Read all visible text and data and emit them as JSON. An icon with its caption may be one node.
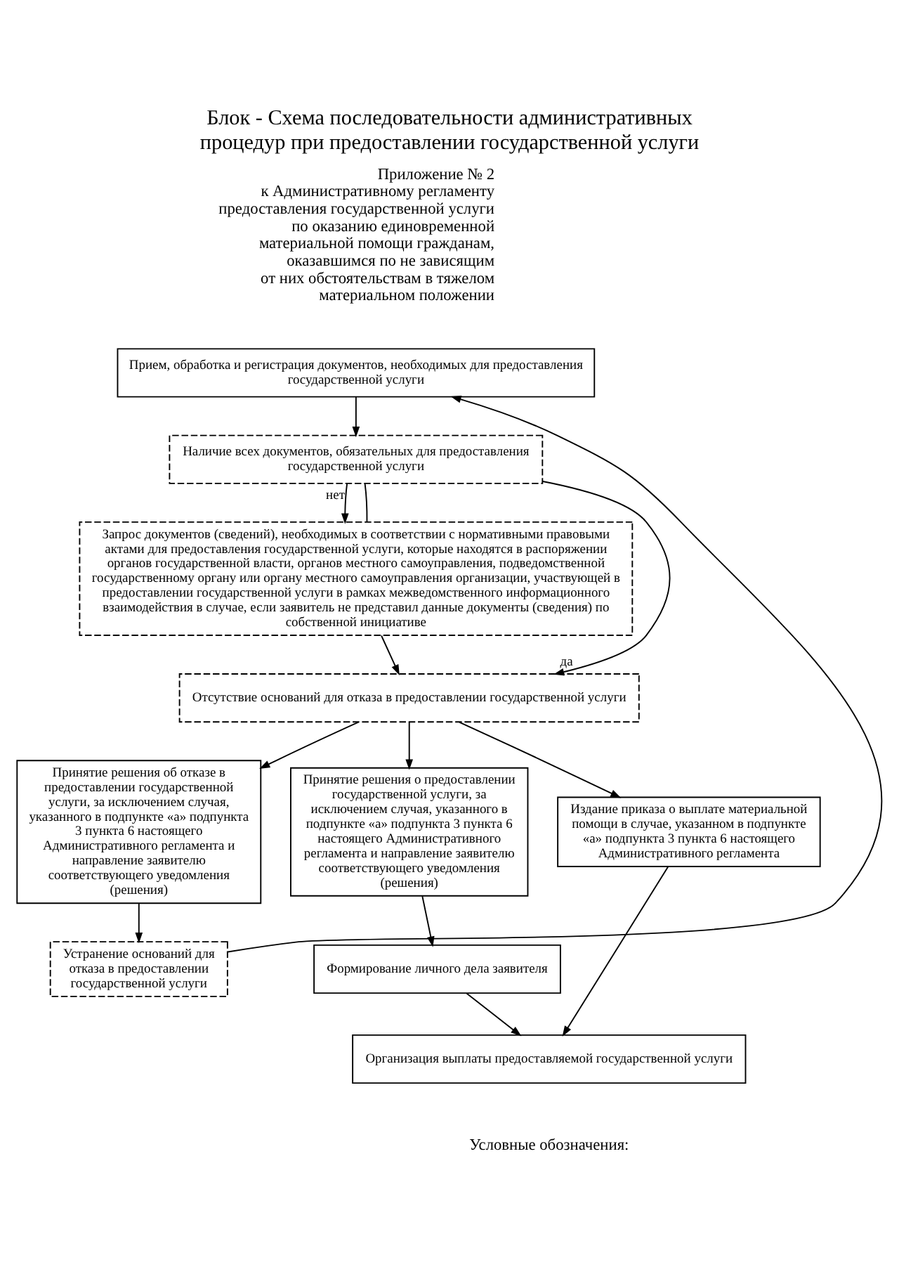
{
  "diagram": {
    "title": "Блок - Схема последовательности административных процедур при предоставлении государственной услуги",
    "nodes": [
      {
        "text": [
          "Прием, обработка и регистрация документов, необходимых для предоставления государственной услуги"
        ]
      },
      {
        "text": [
          "Наличие всех документов, обязательных для предоставления государственной услуги"
        ]
      },
      {
        "text": [
          "Запрос документов (сведений), необходимых в соответствии с нормативными правовыми актами для предоставления государственной услуги, которые находятся в распоряжении органов государственной власти, органов местного самоуправления, подведомственной государственному органу или органу местного самоуправления организации, участвующей в предоставлении государственной услуги в рамках межведомственного информационного взаимодействия в случае, если заявитель не представил данные документы (сведения) по собственной инициативе"
        ]
      },
      {
        "text": [
          "Отсутствие оснований для отказа в предоставлении государственной услуги"
        ]
      },
      {
        "text": [
          "Принятие решения об отказе в предоставлении государственной услуги, за исключением случая, указанного в подпункте «а» подпункта 3 пункта 6 настоящего Административного регламента и направление заявителю соответствующего уведомления (решения)"
        ]
      },
      {
        "text": [
          "Принятие решения о предоставлении государственной услуги, за исключением случая, указанного в подпункте «а» подпункта 3 пункта 6 настоящего Административного регламента и направление заявителю соответствующего уведомления (решения)"
        ]
      },
      {
        "text": [
          "Издание приказа о выплате материальной помощи в случае, указанном в подпункте «а» подпункта 3 пункта 6 настоящего Административного регламента"
        ]
      },
      {
        "text": [
          "Устранение оснований для отказа в предоставлении государственной услуги"
        ]
      },
      {
        "text": [
          "Формирование личного дела заявителя"
        ]
      },
      {
        "text": [
          "Организация выплаты предоставляемой государственной услуги"
        ]
      }
    ],
    "edges": [
      {
        "from": 0,
        "to": 1,
        "arrow": "to"
      },
      {
        "from": 1,
        "to": 2,
        "arrow": "to",
        "label": "нет"
      },
      {
        "from": 1,
        "to": 2,
        "arrow": "none"
      },
      {
        "from": 1,
        "to": 3,
        "arrow": "to",
        "label": "да"
      },
      {
        "from": 2,
        "to": 3,
        "arrow": "to"
      },
      {
        "from": 3,
        "to": 4,
        "arrow": "to"
      },
      {
        "from": 3,
        "to": 5,
        "arrow": "to"
      },
      {
        "from": 3,
        "to": 6,
        "arrow": "to"
      },
      {
        "from": 4,
        "to": 7,
        "arrow": "to"
      },
      {
        "from": 7,
        "to": 0,
        "arrow": "to"
      },
      {
        "from": 5,
        "to": 8,
        "arrow": "to"
      },
      {
        "from": 8,
        "to": 9,
        "arrow": "to"
      },
      {
        "from": 6,
        "to": 9,
        "arrow": "to"
      }
    ],
    "labels": [
      "Приложение № 2",
      "к Административному регламенту",
      "предоставления государственной услуги",
      "по оказанию единовременной",
      "материальной помощи гражданам,",
      "оказавшимся по не зависящим",
      "от них обстоятельствам в тяжелом",
      "материальном положении",
      "Условные обозначения:"
    ]
  }
}
